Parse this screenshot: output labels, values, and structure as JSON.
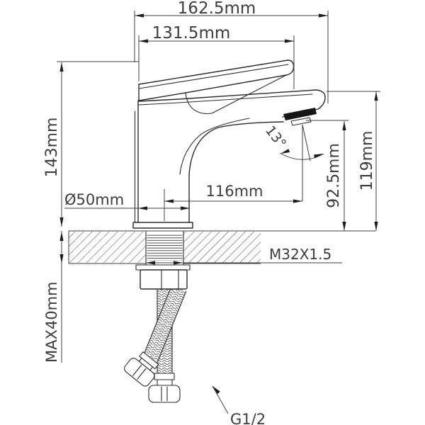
{
  "drawing": {
    "labels": {
      "total_width": "162.5mm",
      "spout_top_width": "131.5mm",
      "body_height": "143mm",
      "base_diameter": "Ø50mm",
      "spout_reach": "116mm",
      "spout_angle": "13°",
      "outlet_height": "92.5mm",
      "spout_height": "119mm",
      "mounting_thread": "M32X1.5",
      "max_deck_thickness": "MAX40mm",
      "hose_connection_thread": "G1/2"
    },
    "line_color": "#3f3f3f",
    "aerator_color": "#161616"
  }
}
